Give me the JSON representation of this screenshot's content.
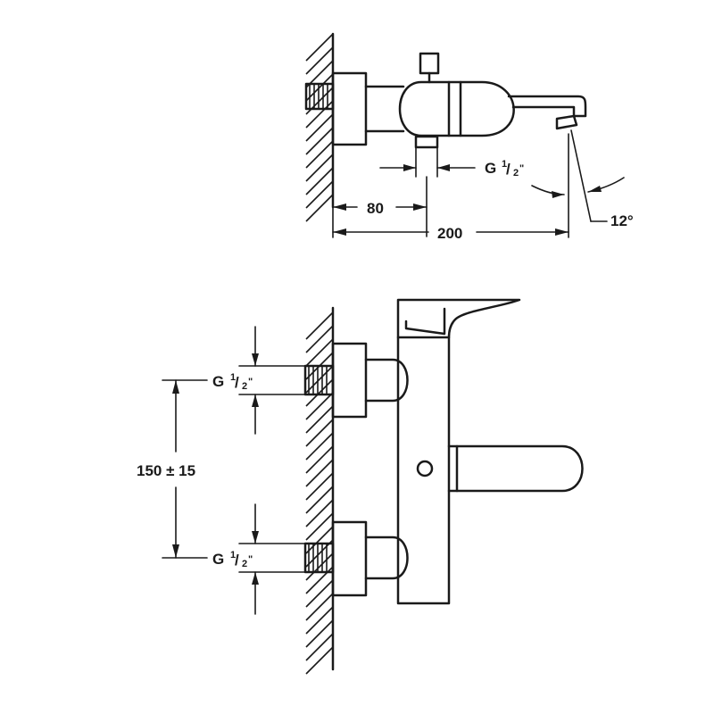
{
  "top_view": {
    "thread": {
      "prefix": "G",
      "numerator": "1",
      "denominator": "2",
      "mark": "\""
    },
    "dim_offset": "80",
    "dim_length": "200",
    "angle": "12°"
  },
  "front_view": {
    "thread_top": {
      "prefix": "G",
      "numerator": "1",
      "denominator": "2",
      "mark": "\""
    },
    "thread_bottom": {
      "prefix": "G",
      "numerator": "1",
      "denominator": "2",
      "mark": "\""
    },
    "spacing": "150 ± 15"
  }
}
